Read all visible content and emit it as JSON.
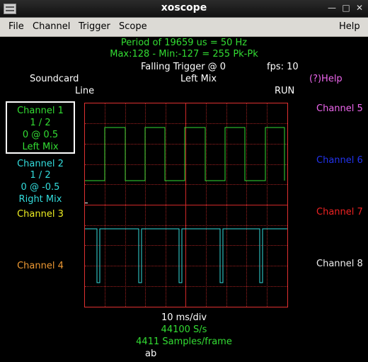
{
  "window": {
    "title": "xoscope"
  },
  "menubar": {
    "file": "File",
    "channel": "Channel",
    "trigger": "Trigger",
    "scope": "Scope",
    "help": "Help"
  },
  "info": {
    "period": "Period of  19659 us =     50 Hz",
    "maxmin": "Max:128 - Min:-127 = 255 Pk-Pk",
    "trigger": "Falling Trigger @ 0",
    "fps": "fps: 10",
    "source": "Soundcard",
    "mix": "Left Mix",
    "help": "(?)Help",
    "line": "Line",
    "run": "RUN"
  },
  "channels_left": [
    {
      "name": "Channel 1",
      "scale": "1 / 2",
      "pos": "0 @ 0.5",
      "src": "Left Mix",
      "color": "#33dd33"
    },
    {
      "name": "Channel 2",
      "scale": "1 / 2",
      "pos": "0 @ -0.5",
      "src": "Right Mix",
      "color": "#33dddd"
    },
    {
      "name": "Channel 3",
      "color": "#eeee22"
    },
    {
      "name": "Channel 4",
      "color": "#ee9933"
    }
  ],
  "channels_right": [
    {
      "name": "Channel 5",
      "color": "#ee66ee"
    },
    {
      "name": "Channel 6",
      "color": "#2233ee"
    },
    {
      "name": "Channel 7",
      "color": "#ee2222"
    },
    {
      "name": "Channel 8",
      "color": "#eeeeee"
    }
  ],
  "bottom": {
    "timebase": "10 ms/div",
    "rate": "44100 S/s",
    "samples": "4411 Samples/frame",
    "channels": "ab"
  }
}
